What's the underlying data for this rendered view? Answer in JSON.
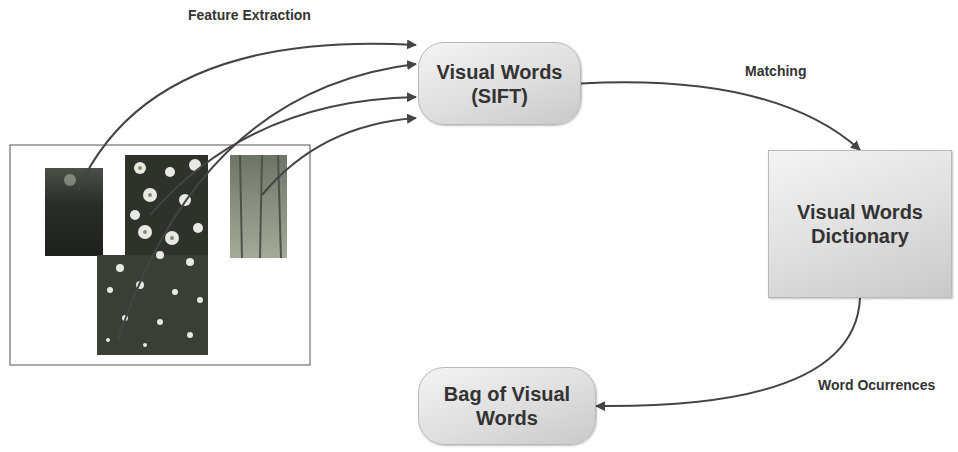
{
  "diagram": {
    "nodes": [
      {
        "text": [
          "Visual Words (SIFT)"
        ]
      },
      {
        "text": [
          "Visual Words Dictionary"
        ]
      },
      {
        "text": [
          "Bag of Visual Words"
        ]
      }
    ],
    "edges": [
      {
        "from": 0,
        "to": 1,
        "label": "Matching",
        "arrow": "to"
      },
      {
        "from": 1,
        "to": 2,
        "label": "Word Ocurrences",
        "arrow": "to"
      }
    ],
    "labels": [
      "Feature Extraction"
    ]
  }
}
